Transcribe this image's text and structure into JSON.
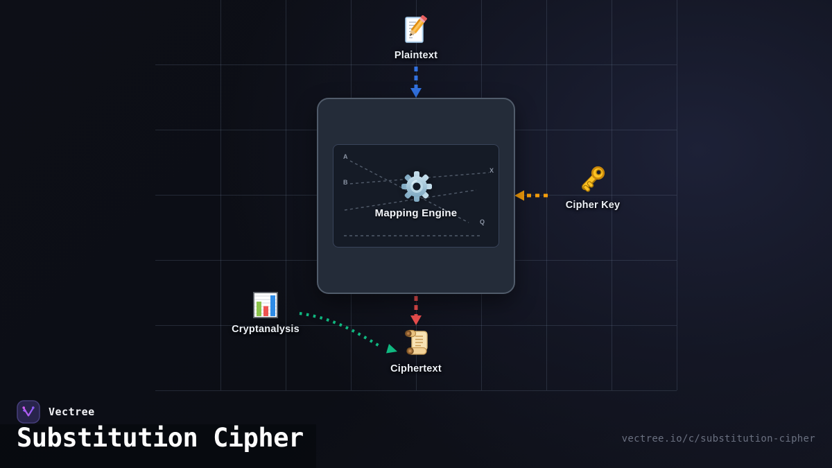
{
  "colors": {
    "arrow_plaintext": "#3272e0",
    "arrow_key": "#f59e0b",
    "arrow_ciphertext": "#e84d4d",
    "arrow_cryptanalysis": "#10b981",
    "brand_purple": "#8b5cf6",
    "brand_magenta": "#d05cf0",
    "grid_line": "#3a4456",
    "engine_box_fill": "#242c39",
    "engine_box_border": "#515c6b"
  },
  "icons": {
    "plaintext": "memo-icon",
    "cipher_key": "key-icon",
    "ciphertext": "scroll-icon",
    "cryptanalysis": "bar-chart-icon",
    "engine": "gear-icon",
    "brand": "vectree-logo-icon"
  },
  "diagram": {
    "nodes": {
      "plaintext": {
        "label": "Plaintext"
      },
      "cipher_key": {
        "label": "Cipher Key"
      },
      "ciphertext": {
        "label": "Ciphertext"
      },
      "cryptanalysis": {
        "label": "Cryptanalysis"
      }
    },
    "engine": {
      "label": "Mapping Engine",
      "mapping_letters": {
        "left_top": "A",
        "left_bottom": "B",
        "right_top": "X",
        "right_bottom": "Q"
      }
    }
  },
  "footer": {
    "brand": "Vectree",
    "title": "Substitution Cipher",
    "url": "vectree.io/c/substitution-cipher"
  }
}
